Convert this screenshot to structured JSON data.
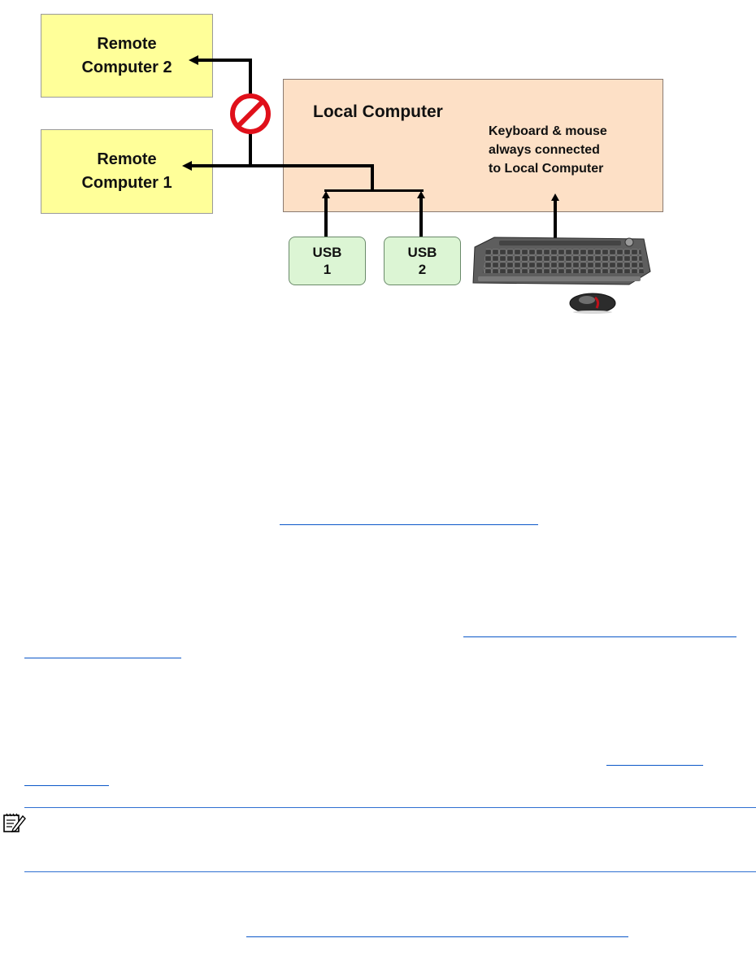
{
  "diagram": {
    "remote2": {
      "line1": "Remote",
      "line2": "Computer 2"
    },
    "remote1": {
      "line1": "Remote",
      "line2": "Computer 1"
    },
    "local": {
      "title": "Local Computer",
      "note_line1": "Keyboard & mouse",
      "note_line2": "always connected",
      "note_line3": "to Local Computer"
    },
    "usb1": {
      "line1": "USB",
      "line2": "1"
    },
    "usb2": {
      "line1": "USB",
      "line2": "2"
    },
    "colors": {
      "remote_fill": "#ffff99",
      "local_fill": "#fde0c6",
      "usb_fill": "#dcf5d4",
      "no_sign": "#e0101a"
    }
  }
}
